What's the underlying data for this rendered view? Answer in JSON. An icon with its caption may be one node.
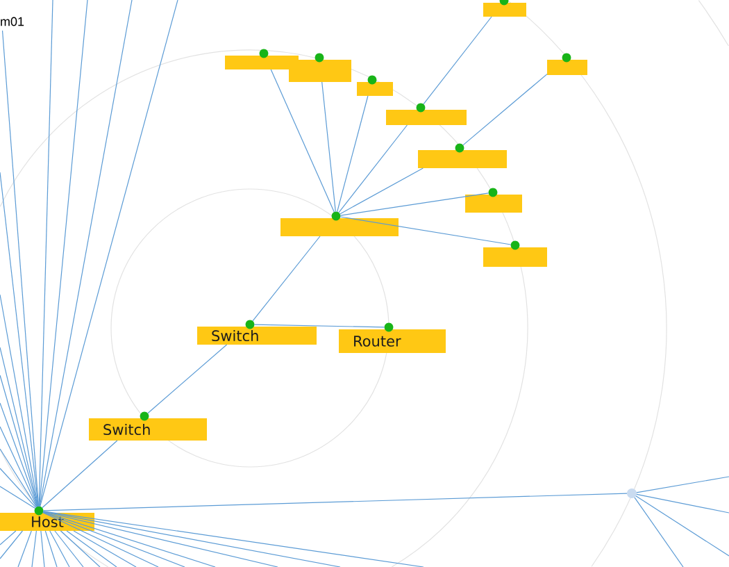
{
  "diagram": {
    "nodes": [
      {
        "text": [
          "m01"
        ]
      },
      {
        "text": [],
        "shape": "box"
      },
      {
        "text": [],
        "shape": "box"
      },
      {
        "text": [],
        "shape": "box"
      },
      {
        "text": [],
        "shape": "box"
      },
      {
        "text": [],
        "shape": "box"
      },
      {
        "text": [],
        "shape": "box"
      },
      {
        "text": [],
        "shape": "box"
      },
      {
        "text": [],
        "shape": "box"
      },
      {
        "text": [],
        "shape": "box"
      },
      {
        "text": [],
        "shape": "box"
      },
      {
        "text": [
          "Switch"
        ]
      },
      {
        "text": [
          "Router"
        ]
      },
      {
        "text": [
          "Switch"
        ]
      },
      {
        "text": [],
        "shape": "circle"
      },
      {
        "text": [
          "Host"
        ]
      }
    ],
    "edges": [
      {
        "from": 15,
        "to": 0,
        "arrow": "none"
      },
      {
        "from": 15,
        "to": 13,
        "arrow": "none"
      },
      {
        "from": 13,
        "to": 11,
        "arrow": "none"
      },
      {
        "from": 11,
        "to": 12,
        "arrow": "none"
      },
      {
        "from": 11,
        "to": 9,
        "arrow": "none"
      },
      {
        "from": 9,
        "to": 2,
        "arrow": "none"
      },
      {
        "from": 9,
        "to": 3,
        "arrow": "none"
      },
      {
        "from": 9,
        "to": 5,
        "arrow": "none"
      },
      {
        "from": 9,
        "to": 6,
        "arrow": "none"
      },
      {
        "from": 6,
        "to": 1,
        "arrow": "none"
      },
      {
        "from": 9,
        "to": 7,
        "arrow": "none"
      },
      {
        "from": 7,
        "to": 4,
        "arrow": "none"
      },
      {
        "from": 9,
        "to": 8,
        "arrow": "none"
      },
      {
        "from": 9,
        "to": 10,
        "arrow": "none"
      },
      {
        "from": 15,
        "to": 14,
        "arrow": "none"
      },
      {
        "from": 14,
        "to": null,
        "arrow": "none"
      },
      {
        "from": 14,
        "to": null,
        "arrow": "none"
      },
      {
        "from": 14,
        "to": null,
        "arrow": "none"
      },
      {
        "from": 14,
        "to": null,
        "arrow": "none"
      },
      {
        "from": 15,
        "to": null,
        "arrow": "none"
      },
      {
        "from": 15,
        "to": null,
        "arrow": "none"
      },
      {
        "from": 15,
        "to": null,
        "arrow": "none"
      },
      {
        "from": 15,
        "to": null,
        "arrow": "none"
      },
      {
        "from": 15,
        "to": null,
        "arrow": "none"
      },
      {
        "from": 15,
        "to": null,
        "arrow": "none"
      },
      {
        "from": 15,
        "to": null,
        "arrow": "none"
      },
      {
        "from": 15,
        "to": null,
        "arrow": "none"
      },
      {
        "from": 15,
        "to": null,
        "arrow": "none"
      },
      {
        "from": 15,
        "to": null,
        "arrow": "none"
      },
      {
        "from": 15,
        "to": null,
        "arrow": "none"
      },
      {
        "from": 15,
        "to": null,
        "arrow": "none"
      },
      {
        "from": 15,
        "to": null,
        "arrow": "none"
      },
      {
        "from": 15,
        "to": null,
        "arrow": "none"
      },
      {
        "from": 15,
        "to": null,
        "arrow": "none"
      },
      {
        "from": 15,
        "to": null,
        "arrow": "none"
      },
      {
        "from": 15,
        "to": null,
        "arrow": "none"
      },
      {
        "from": 15,
        "to": null,
        "arrow": "none"
      },
      {
        "from": 15,
        "to": null,
        "arrow": "none"
      },
      {
        "from": 15,
        "to": null,
        "arrow": "none"
      },
      {
        "from": 15,
        "to": null,
        "arrow": "none"
      },
      {
        "from": 15,
        "to": null,
        "arrow": "none"
      },
      {
        "from": 15,
        "to": null,
        "arrow": "none"
      },
      {
        "from": 15,
        "to": null,
        "arrow": "none"
      },
      {
        "from": 15,
        "to": null,
        "arrow": "none"
      },
      {
        "from": 15,
        "to": null,
        "arrow": "none"
      },
      {
        "from": 15,
        "to": null,
        "arrow": "none"
      },
      {
        "from": 15,
        "to": null,
        "arrow": "none"
      },
      {
        "from": 15,
        "to": null,
        "arrow": "none"
      },
      {
        "from": 15,
        "to": null,
        "arrow": "none"
      }
    ]
  }
}
